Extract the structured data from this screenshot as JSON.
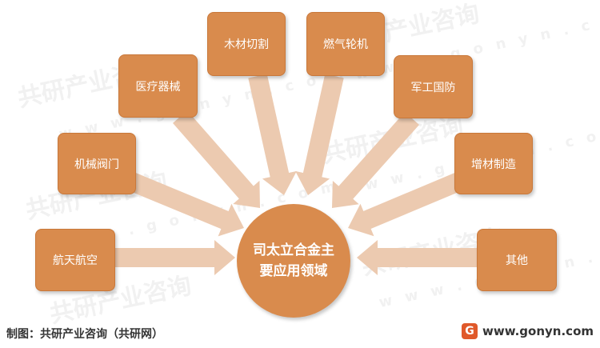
{
  "center": {
    "line1": "司太立合金主",
    "line2": "要应用领域"
  },
  "nodes": [
    {
      "id": "aerospace",
      "label": "航天航空"
    },
    {
      "id": "valves",
      "label": "机械阀门"
    },
    {
      "id": "medical",
      "label": "医疗器械"
    },
    {
      "id": "wood",
      "label": "木材切割"
    },
    {
      "id": "turbine",
      "label": "燃气轮机"
    },
    {
      "id": "military",
      "label": "军工国防"
    },
    {
      "id": "additive",
      "label": "增材制造"
    },
    {
      "id": "other",
      "label": "其他"
    }
  ],
  "footer": {
    "source": "制图：共研产业咨询（共研网）",
    "logo_icon": "gonyn-logo-icon",
    "url": "www.gonyn.com"
  },
  "watermark": {
    "text": "共研产业咨询",
    "url": "w w w . g o n y n . c o m"
  },
  "colors": {
    "node": "#d98b4d",
    "arrow": "#eccab0",
    "text": "#ffffff"
  }
}
